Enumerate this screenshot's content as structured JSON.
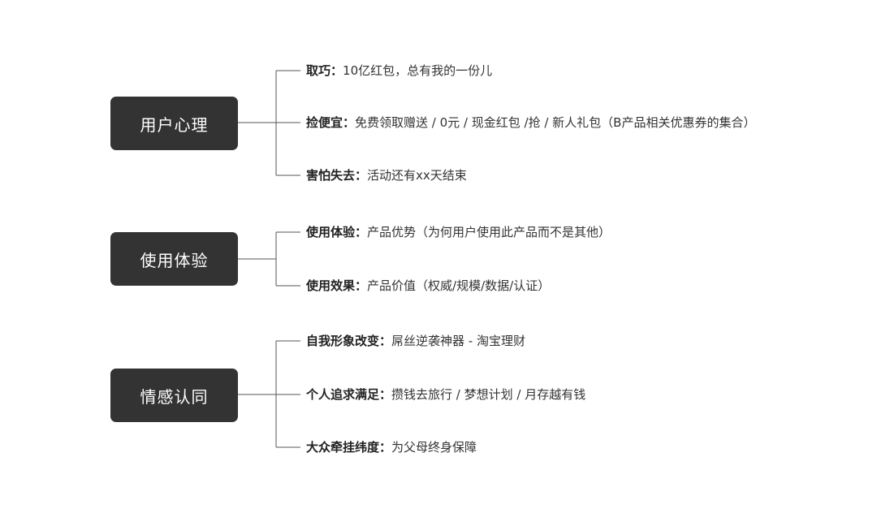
{
  "groups": [
    {
      "title": "用户心理",
      "items": [
        {
          "label": "取巧",
          "colon": "：",
          "text": "10亿红包，总有我的一份儿"
        },
        {
          "label": "捡便宜",
          "colon": "：",
          "text": "免费领取赠送 / 0元 / 现金红包 /抢 / 新人礼包（B产品相关优惠券的集合）"
        },
        {
          "label": "害怕失去",
          "colon": "：",
          "text": "活动还有xx天结束"
        }
      ]
    },
    {
      "title": "使用体验",
      "items": [
        {
          "label": "使用体验",
          "colon": "：",
          "text": "产品优势（为何用户使用此产品而不是其他）"
        },
        {
          "label": "使用效果",
          "colon": "：",
          "text": "产品价值（权威/规模/数据/认证）"
        }
      ]
    },
    {
      "title": "情感认同",
      "items": [
        {
          "label": "自我形象改变",
          "colon": "：",
          "text": "屌丝逆袭神器 - 淘宝理财"
        },
        {
          "label": "个人追求满足",
          "colon": "：",
          "text": "攒钱去旅行 /  梦想计划 / 月存越有钱"
        },
        {
          "label": "大众牵挂纬度",
          "colon": "：",
          "text": "为父母终身保障"
        }
      ]
    }
  ],
  "colors": {
    "box": "#333333",
    "box_text": "#ffffff",
    "line": "#555555",
    "text": "#333333"
  }
}
